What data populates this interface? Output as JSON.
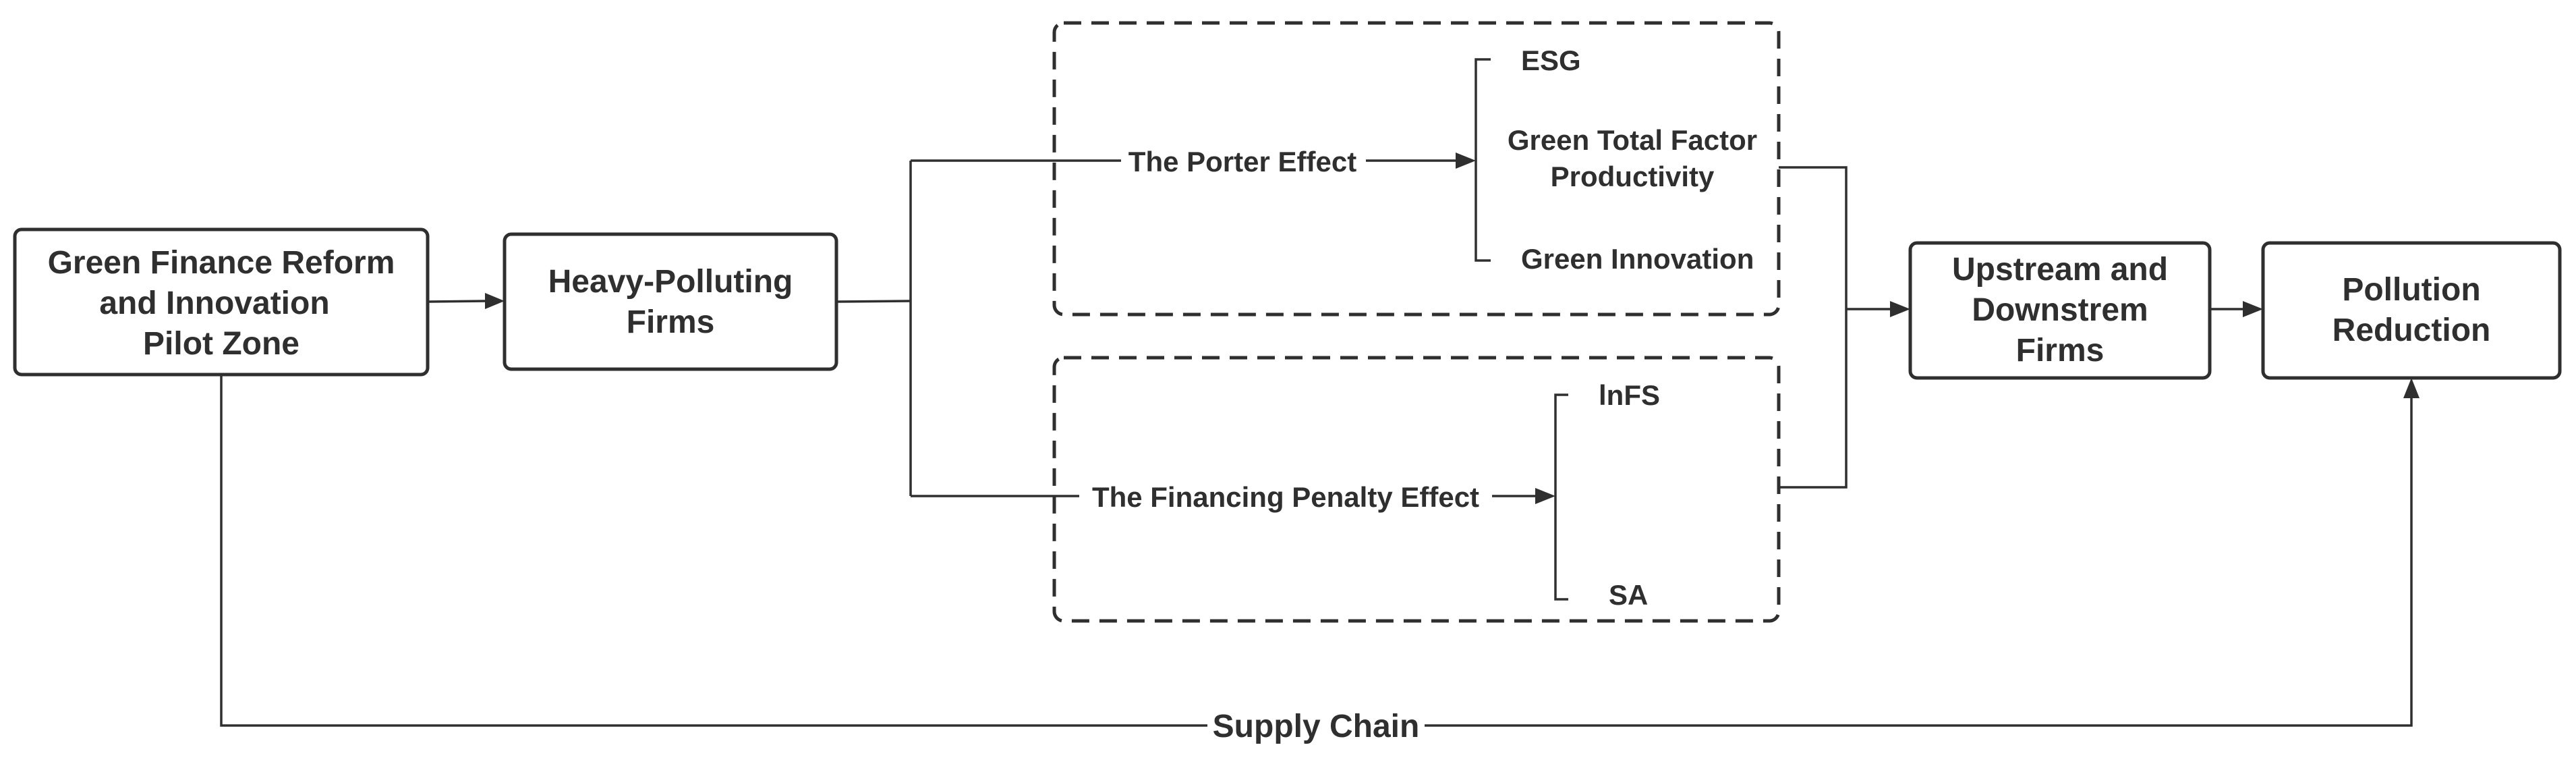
{
  "nodes": {
    "pilot_zone": {
      "lines": [
        "Green Finance Reform",
        "and Innovation",
        "Pilot Zone"
      ]
    },
    "heavy_polluting": {
      "lines": [
        "Heavy-Polluting",
        "Firms"
      ]
    },
    "upstream_downstream": {
      "lines": [
        "Upstream and",
        "Downstrem",
        "Firms"
      ]
    },
    "pollution_reduction": {
      "lines": [
        "Pollution",
        "Reduction"
      ]
    }
  },
  "mechanisms": {
    "porter": {
      "label": "The Porter Effect",
      "outcomes": {
        "esg": "ESG",
        "gtfp_line1": "Green Total Factor",
        "gtfp_line2": "Productivity",
        "green_innovation": "Green Innovation"
      }
    },
    "financing": {
      "label": "The Financing Penalty Effect",
      "outcomes": {
        "infs": "lnFS",
        "sa": "SA"
      }
    }
  },
  "supply_chain": {
    "label": "Supply Chain"
  }
}
